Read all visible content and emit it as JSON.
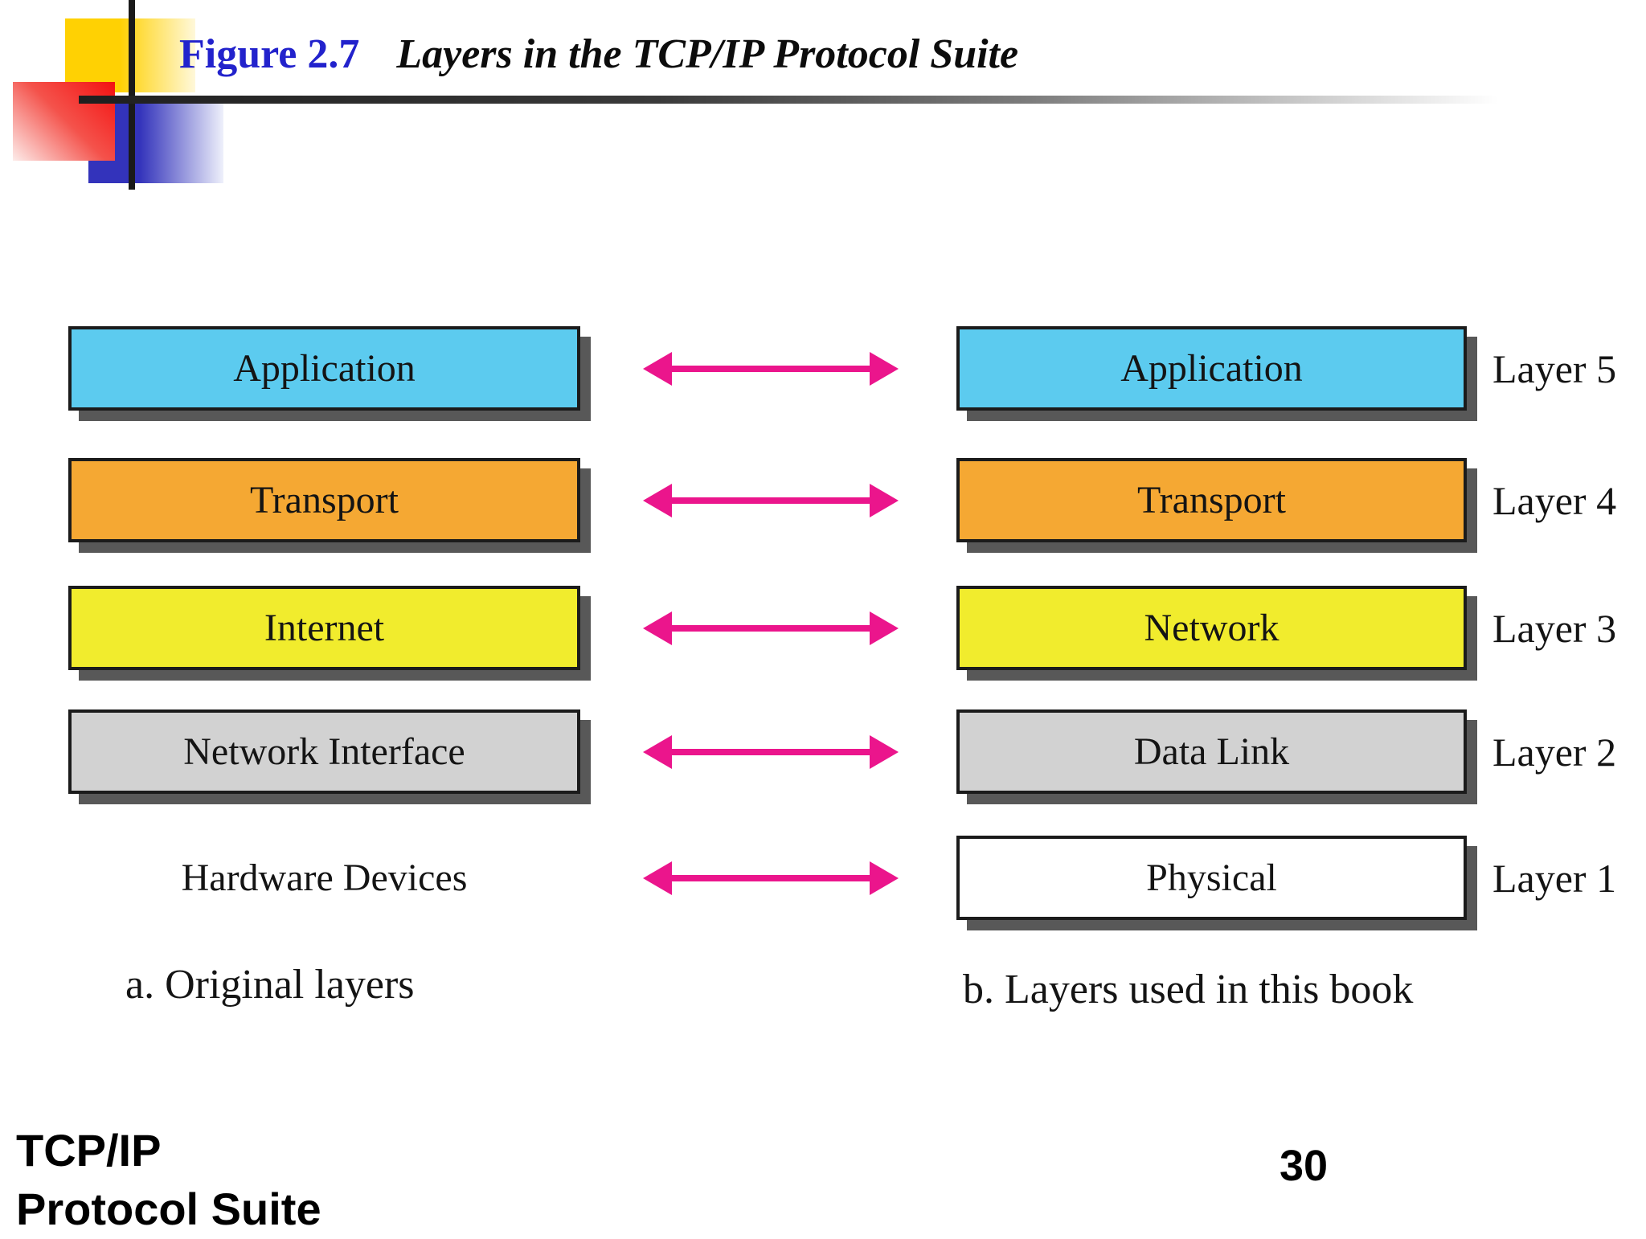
{
  "slide": {
    "figure_label": "Figure 2.7",
    "figure_title": "Layers in the TCP/IP Protocol Suite",
    "footer_line1": "TCP/IP",
    "footer_line2": "Protocol Suite",
    "page_number": "30"
  },
  "diagram": {
    "left_caption": "a. Original layers",
    "right_caption": "b. Layers used in this book",
    "rows": [
      {
        "left_label": "Application",
        "right_label": "Application",
        "layer_label": "Layer 5",
        "color": "#5CCBEF"
      },
      {
        "left_label": "Transport",
        "right_label": "Transport",
        "layer_label": "Layer 4",
        "color": "#F5A833"
      },
      {
        "left_label": "Internet",
        "right_label": "Network",
        "layer_label": "Layer 3",
        "color": "#F1EC2D"
      },
      {
        "left_label": "Network Interface",
        "right_label": "Data Link",
        "layer_label": "Layer 2",
        "color": "#D2D2D2"
      },
      {
        "left_label": "Hardware Devices",
        "right_label": "Physical",
        "layer_label": "Layer 1",
        "color": "#FFFFFF"
      }
    ]
  },
  "colors": {
    "title_blue": "#2222CC",
    "arrow_pink": "#EB158C",
    "box_border": "#1B1B1B",
    "box_shadow": "#585858",
    "logo_yellow": "#FFD103",
    "logo_red": "#F31111",
    "logo_blue": "#3333BB",
    "line_black": "#1A1A1A"
  }
}
